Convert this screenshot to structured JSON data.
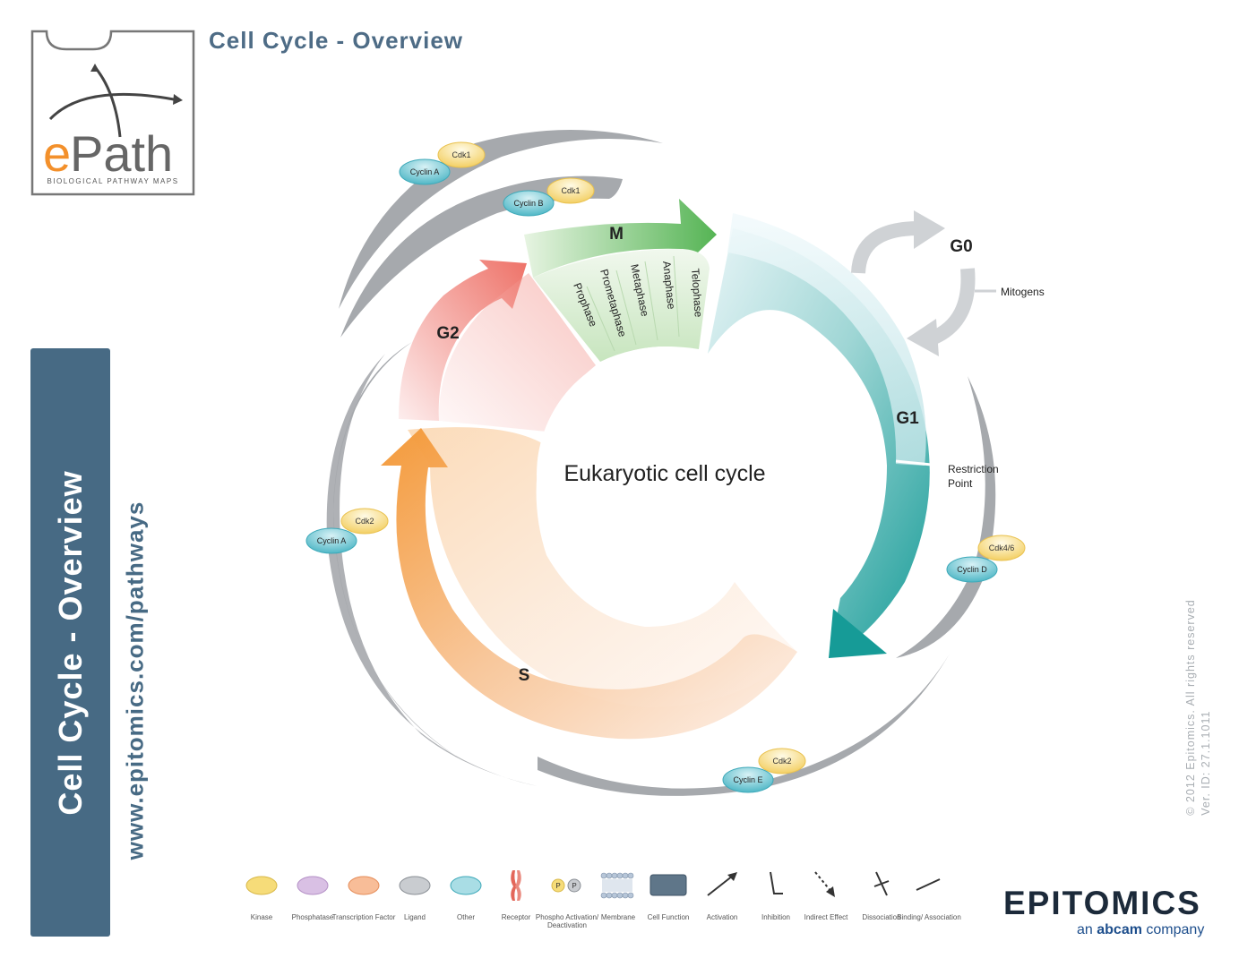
{
  "header": {
    "title": "Cell Cycle - Overview"
  },
  "logo": {
    "name": "ePath",
    "name_e": "e",
    "name_rest": "Path",
    "tagline": "BIOLOGICAL PATHWAY MAPS"
  },
  "sidebar": {
    "banner_text": "Cell Cycle - Overview",
    "url": "www.epitomics.com/pathways"
  },
  "copyright": {
    "line1": "© 2012 Epitomics. All rights reserved",
    "line2": "Ver. ID: 27.1.1011"
  },
  "diagram": {
    "center_label": "Eukaryotic cell cycle",
    "phases": {
      "m": "M",
      "g1": "G1",
      "g2": "G2",
      "s": "S",
      "g0": "G0"
    },
    "m_subphases": [
      "Prophase",
      "Prometaphase",
      "Metaphase",
      "Anaphase",
      "Telophase"
    ],
    "mitogens": "Mitogens",
    "restriction_point": [
      "Restriction",
      "Point"
    ],
    "complexes": {
      "a_top": {
        "cyclin": "Cyclin A",
        "cdk": "Cdk1"
      },
      "b": {
        "cyclin": "Cyclin B",
        "cdk": "Cdk1"
      },
      "a_left": {
        "cyclin": "Cyclin A",
        "cdk": "Cdk2"
      },
      "d": {
        "cyclin": "Cyclin D",
        "cdk": "Cdk4/6"
      },
      "e": {
        "cyclin": "Cyclin E",
        "cdk": "Cdk2"
      }
    }
  },
  "legend": {
    "items": [
      {
        "label": "Kinase",
        "icon": "kinase-ellipse-icon",
        "color": "#f6dc79"
      },
      {
        "label": "Phosphatase",
        "icon": "phosphatase-ellipse-icon",
        "color": "#c9a8d8"
      },
      {
        "label": "Transcription Factor",
        "icon": "transcription-factor-ellipse-icon",
        "color": "#f6a57a"
      },
      {
        "label": "Ligand",
        "icon": "ligand-ellipse-icon",
        "color": "#a9aeb3"
      },
      {
        "label": "Other",
        "icon": "other-ellipse-icon",
        "color": "#6fc7d3"
      },
      {
        "label": "Receptor",
        "icon": "receptor-icon",
        "color": "#e3675a"
      },
      {
        "label": "Phospho Activation/ Deactivation",
        "icon": "phospho-icon",
        "symbol": "P"
      },
      {
        "label": "Membrane",
        "icon": "membrane-icon"
      },
      {
        "label": "Cell Function",
        "icon": "cell-function-icon",
        "color": "#5f7689"
      },
      {
        "label": "Activation",
        "icon": "activation-arrow-icon"
      },
      {
        "label": "Inhibition",
        "icon": "inhibition-icon"
      },
      {
        "label": "Indirect Effect",
        "icon": "indirect-effect-icon"
      },
      {
        "label": "Dissociation",
        "icon": "dissociation-icon"
      },
      {
        "label": "Binding/ Association",
        "icon": "binding-icon"
      }
    ]
  },
  "brand": {
    "name": "EPITOMICS",
    "sub_prefix": "an ",
    "sub_brand": "abcam",
    "sub_suffix": " company"
  }
}
